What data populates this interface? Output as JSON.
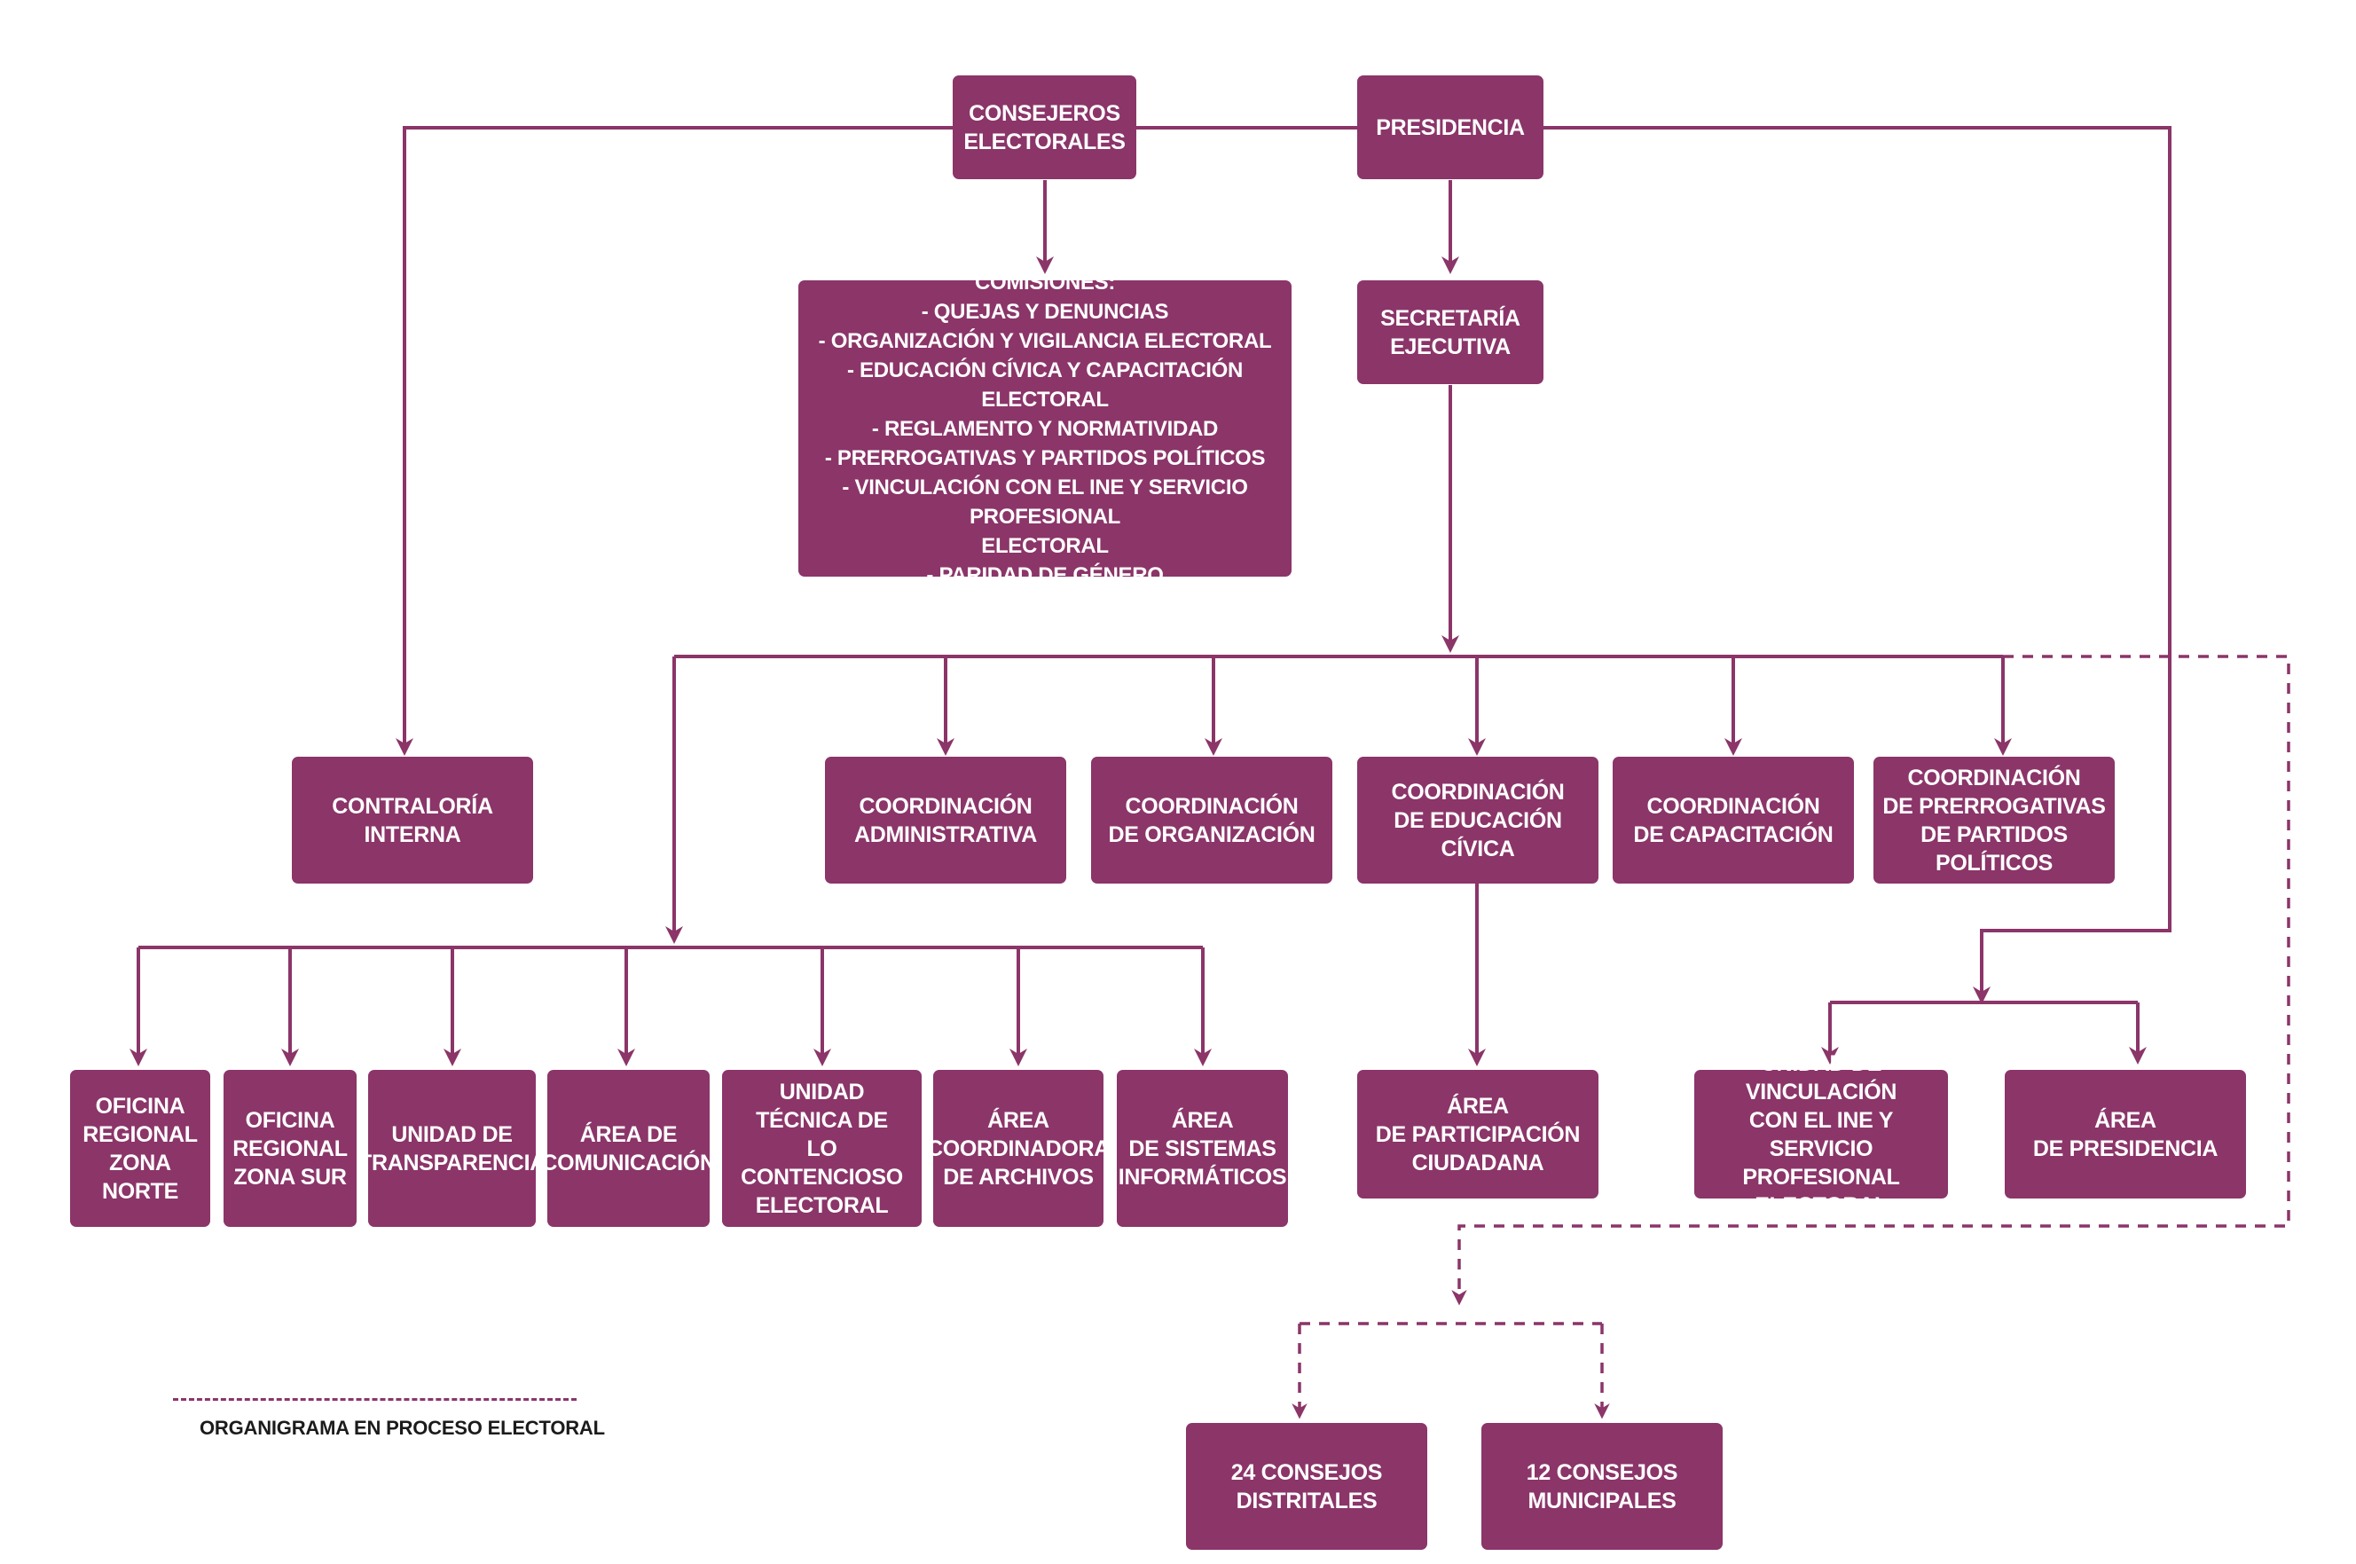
{
  "colors": {
    "box": "#8b3569",
    "line": "#8b3569",
    "text": "#ffffff"
  },
  "nodes": {
    "consejeros": "CONSEJEROS\nELECTORALES",
    "presidencia": "PRESIDENCIA",
    "comisiones": "COMISIONES:\n- QUEJAS Y DENUNCIAS\n- ORGANIZACIÓN Y VIGILANCIA ELECTORAL\n- EDUCACIÓN CÍVICA Y CAPACITACIÓN ELECTORAL\n- REGLAMENTO Y NORMATIVIDAD\n- PRERROGATIVAS Y PARTIDOS POLÍTICOS\n- VINCULACIÓN CON EL INE Y SERVICIO PROFESIONAL\nELECTORAL\n- PARIDAD DE GÉNERO",
    "secretaria": "SECRETARÍA\nEJECUTIVA",
    "contraloria": "CONTRALORÍA\nINTERNA",
    "coord_admin": "COORDINACIÓN\nADMINISTRATIVA",
    "coord_org": "COORDINACIÓN\nDE ORGANIZACIÓN",
    "coord_edu": "COORDINACIÓN\nDE EDUCACIÓN CÍVICA",
    "coord_cap": "COORDINACIÓN\nDE CAPACITACIÓN",
    "coord_prerr": "COORDINACIÓN\nDE PRERROGATIVAS\nDE PARTIDOS POLÍTICOS",
    "of_norte": "OFICINA\nREGIONAL\nZONA NORTE",
    "of_sur": "OFICINA\nREGIONAL\nZONA SUR",
    "transparencia": "UNIDAD DE\nTRANSPARENCIA",
    "comunicacion": "ÁREA DE\nCOMUNICACIÓN",
    "contencioso": "UNIDAD\nTÉCNICA DE\nLO CONTENCIOSO\nELECTORAL",
    "archivos": "ÁREA\nCOORDINADORA\nDE ARCHIVOS",
    "sistemas": "ÁREA\nDE SISTEMAS\nINFORMÁTICOS",
    "participacion": "ÁREA\nDE PARTICIPACIÓN\nCIUDADANA",
    "vinculacion": "UNIDAD DE VINCULACIÓN\nCON EL INE Y SERVICIO\nPROFESIONAL ELECTORAL",
    "area_presidencia": "ÁREA\nDE PRESIDENCIA",
    "distritales": "24 CONSEJOS\nDISTRITALES",
    "municipales": "12 CONSEJOS\nMUNICIPALES"
  },
  "legend": {
    "label": "ORGANIGRAMA EN PROCESO ELECTORAL"
  }
}
